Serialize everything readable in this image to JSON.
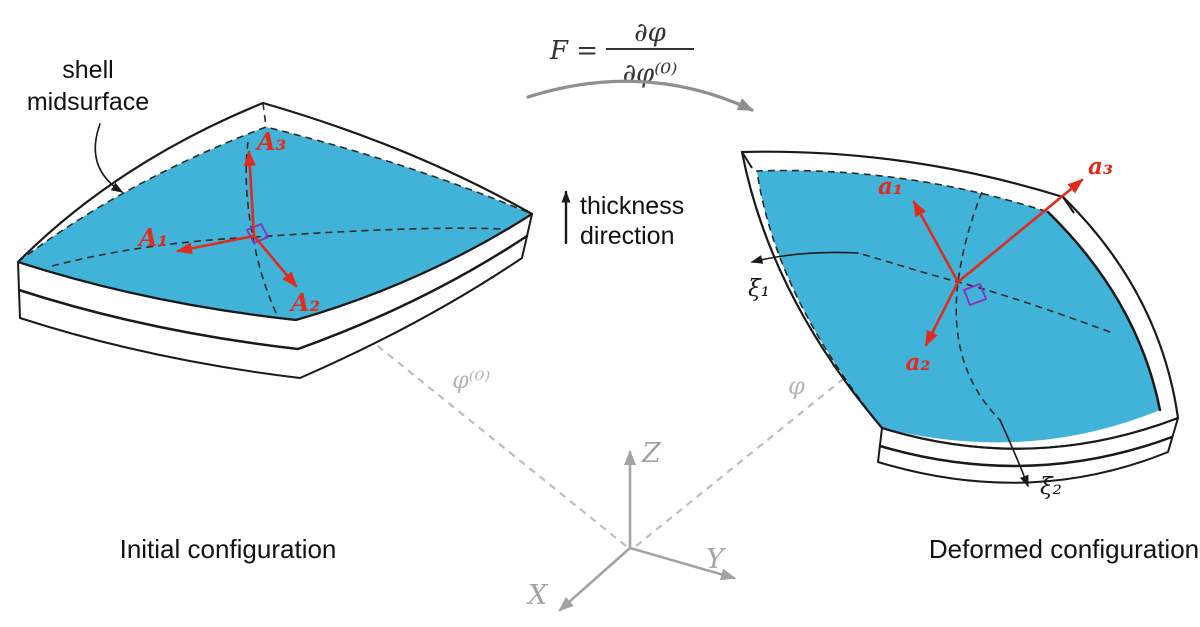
{
  "formula": {
    "lhs": "F =",
    "numerator": "∂φ",
    "denominator": "∂φ⁽⁰⁾"
  },
  "labels": {
    "shell_line1": "shell",
    "shell_line2": "midsurface",
    "thickness_line1": "thickness",
    "thickness_line2": "direction",
    "initial_configuration": "Initial configuration",
    "deformed_configuration": "Deformed configuration"
  },
  "axes": {
    "x": "X",
    "y": "Y",
    "z": "Z"
  },
  "maps": {
    "initial": "φ⁽⁰⁾",
    "deformed": "φ"
  },
  "initial_frame": {
    "A1": "A₁",
    "A2": "A₂",
    "A3": "A₃"
  },
  "deformed_frame": {
    "a1": "a₁",
    "a2": "a₂",
    "a3": "a₃"
  },
  "curvilinear": {
    "xi1": "ξ₁",
    "xi2": "ξ₂"
  },
  "colors": {
    "midsurface_blue": "#41b2d8",
    "frame_red": "#e02b1d",
    "right_angle_purple": "#8e2fbe",
    "axis_gray": "#a3a3a3",
    "map_gray": "#bdbdbd",
    "outline_black": "#1a1a1a"
  }
}
